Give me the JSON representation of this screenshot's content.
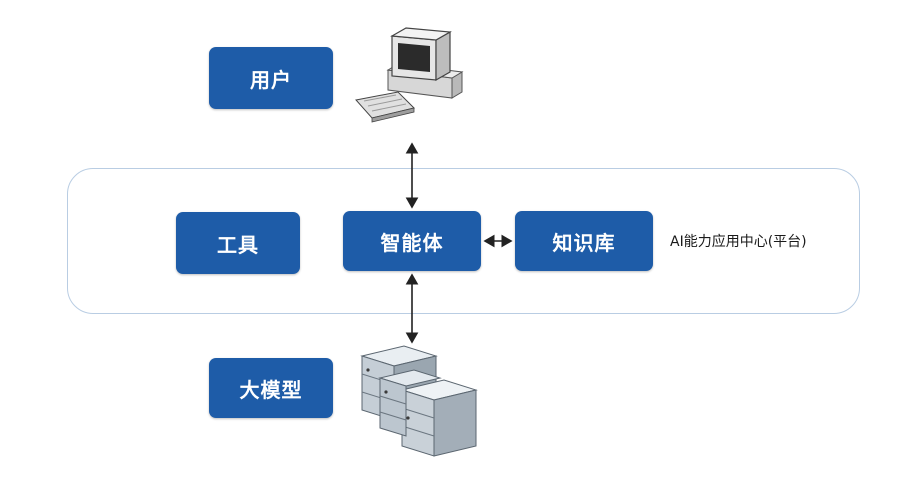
{
  "nodes": {
    "user": "用户",
    "tools": "工具",
    "agent": "智能体",
    "knowledge_base": "知识库",
    "llm": "大模型"
  },
  "platform_label": "AI能力应用中心(平台)",
  "icons": {
    "user_device": "desktop-computer-icon",
    "model_device": "server-rack-icon"
  },
  "colors": {
    "box_fill": "#1e5ca8",
    "platform_border": "#b9cde3",
    "arrow": "#222222"
  }
}
